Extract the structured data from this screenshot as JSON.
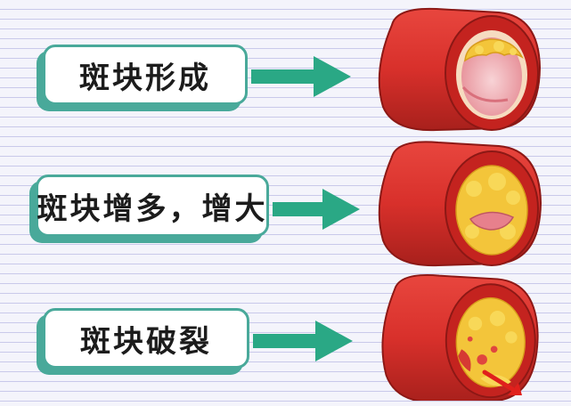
{
  "stages": [
    {
      "label": "斑块形成"
    },
    {
      "label": "斑块增多，增大"
    },
    {
      "label": "斑块破裂"
    }
  ],
  "colors": {
    "background": "#f4f4fb",
    "ruled_line": "#c9c9ea",
    "box_border": "#49a99a",
    "arrow": "#2aa885",
    "vessel_red": "#d8302b",
    "vessel_dark": "#a8201c",
    "plaque_yellow": "#f3c53a",
    "lumen_pink": "#f2b3b8"
  },
  "icons": [
    "right-arrow-icon",
    "artery-cross-section-icon",
    "red-arrow-icon"
  ]
}
